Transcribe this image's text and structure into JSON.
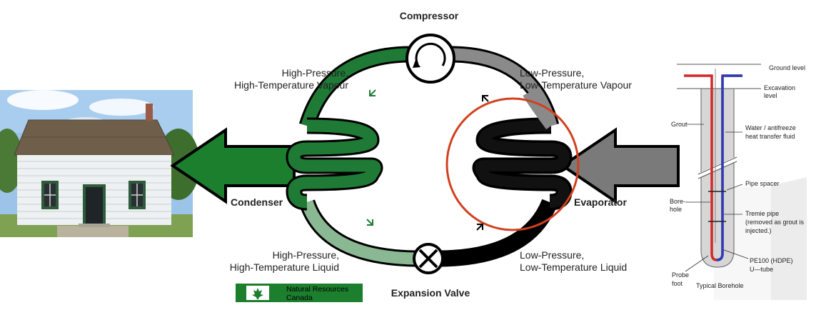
{
  "cycle": {
    "compressor": "Compressor",
    "condenser": "Condenser",
    "evaporator": "Evaporator",
    "expansion_valve": "Expansion Valve",
    "hp_vapour": [
      "High-Pressure,",
      "High-Temperature Vapour"
    ],
    "lp_vapour": [
      "Low-Pressure,",
      "Low-Temperature Vapour"
    ],
    "hp_liquid": [
      "High-Pressure,",
      "High-Temperature Liquid"
    ],
    "lp_liquid": [
      "Low-Pressure,",
      "Low-Temperature Liquid"
    ]
  },
  "logo": {
    "text": [
      "Natural Resources",
      "Canada"
    ]
  },
  "borehole": {
    "ground_level": "Ground level",
    "excavation_level": [
      "Excavation",
      "level"
    ],
    "grout": "Grout",
    "fluid": [
      "Water / antifreeze",
      "heat transfer fluid"
    ],
    "pipe_spacer": "Pipe spacer",
    "borehole": [
      "Bore-",
      "hole"
    ],
    "tremie_pipe": [
      "Tremie pipe",
      "(removed as grout is",
      "injected.)"
    ],
    "utube": [
      "PE100 (HDPE)",
      "U—tube"
    ],
    "probe_foot": [
      "Probe",
      "foot"
    ],
    "caption": "Typical Borehole"
  },
  "colors": {
    "green_dark": "#1f7a35",
    "green_light": "#7fae86",
    "black": "#111111",
    "grey": "#8a8a8a",
    "red_circle": "#d2401e",
    "arrow_green": "#1c7f2e",
    "arrow_grey": "#7a7a7a",
    "pipe_red": "#d4282a",
    "pipe_blue": "#2a3dbd",
    "grout": "#d6d6d6"
  }
}
